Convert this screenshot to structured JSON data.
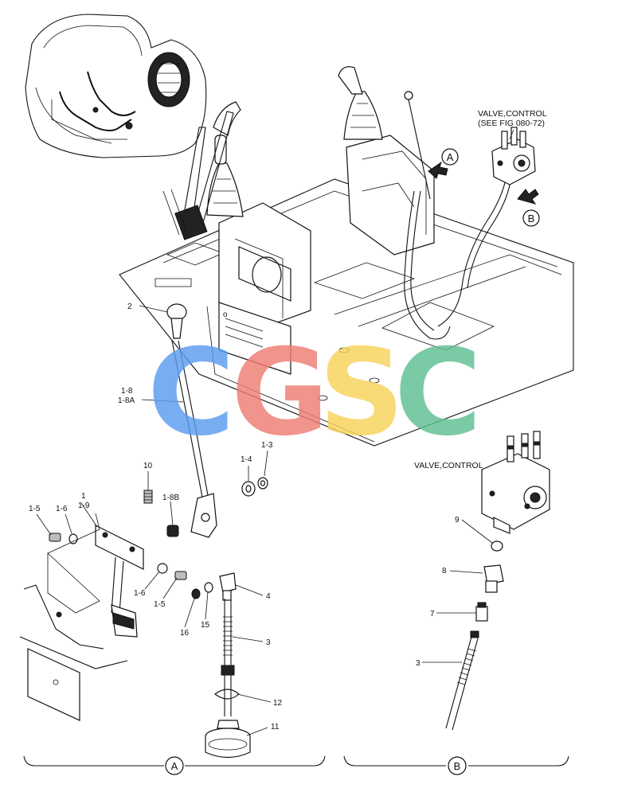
{
  "callouts": {
    "valve_top_title_1": "VALVE,CONTROL",
    "valve_top_title_2": "(SEE FIG 080-72)",
    "valve_b_title": "VALVE,CONTROL",
    "view_a_top": "A",
    "view_b_top": "B",
    "section_a": "A",
    "section_b": "B"
  },
  "part_labels": {
    "p2": "2",
    "p1_8": "1-8",
    "p1_8a": "1-8A",
    "p1_4": "1-4",
    "p1_3": "1-3",
    "p10": "10",
    "p1_8b": "1-8B",
    "p1": "1",
    "p1_9": "1-9",
    "p1_5_left": "1-5",
    "p1_6_left": "1-6",
    "p1_6_lower": "1-6",
    "p1_5_lower": "1-5",
    "p16": "16",
    "p15": "15",
    "p4": "4",
    "p3_a": "3",
    "p12": "12",
    "p11": "11",
    "p9": "9",
    "p8": "8",
    "p7": "7",
    "p3_b": "3"
  },
  "watermark": {
    "letters": [
      "C",
      "G",
      "S",
      "C"
    ],
    "colors": [
      "#5b9cf0",
      "#ef7d74",
      "#f7d35a",
      "#5fbf93"
    ]
  }
}
